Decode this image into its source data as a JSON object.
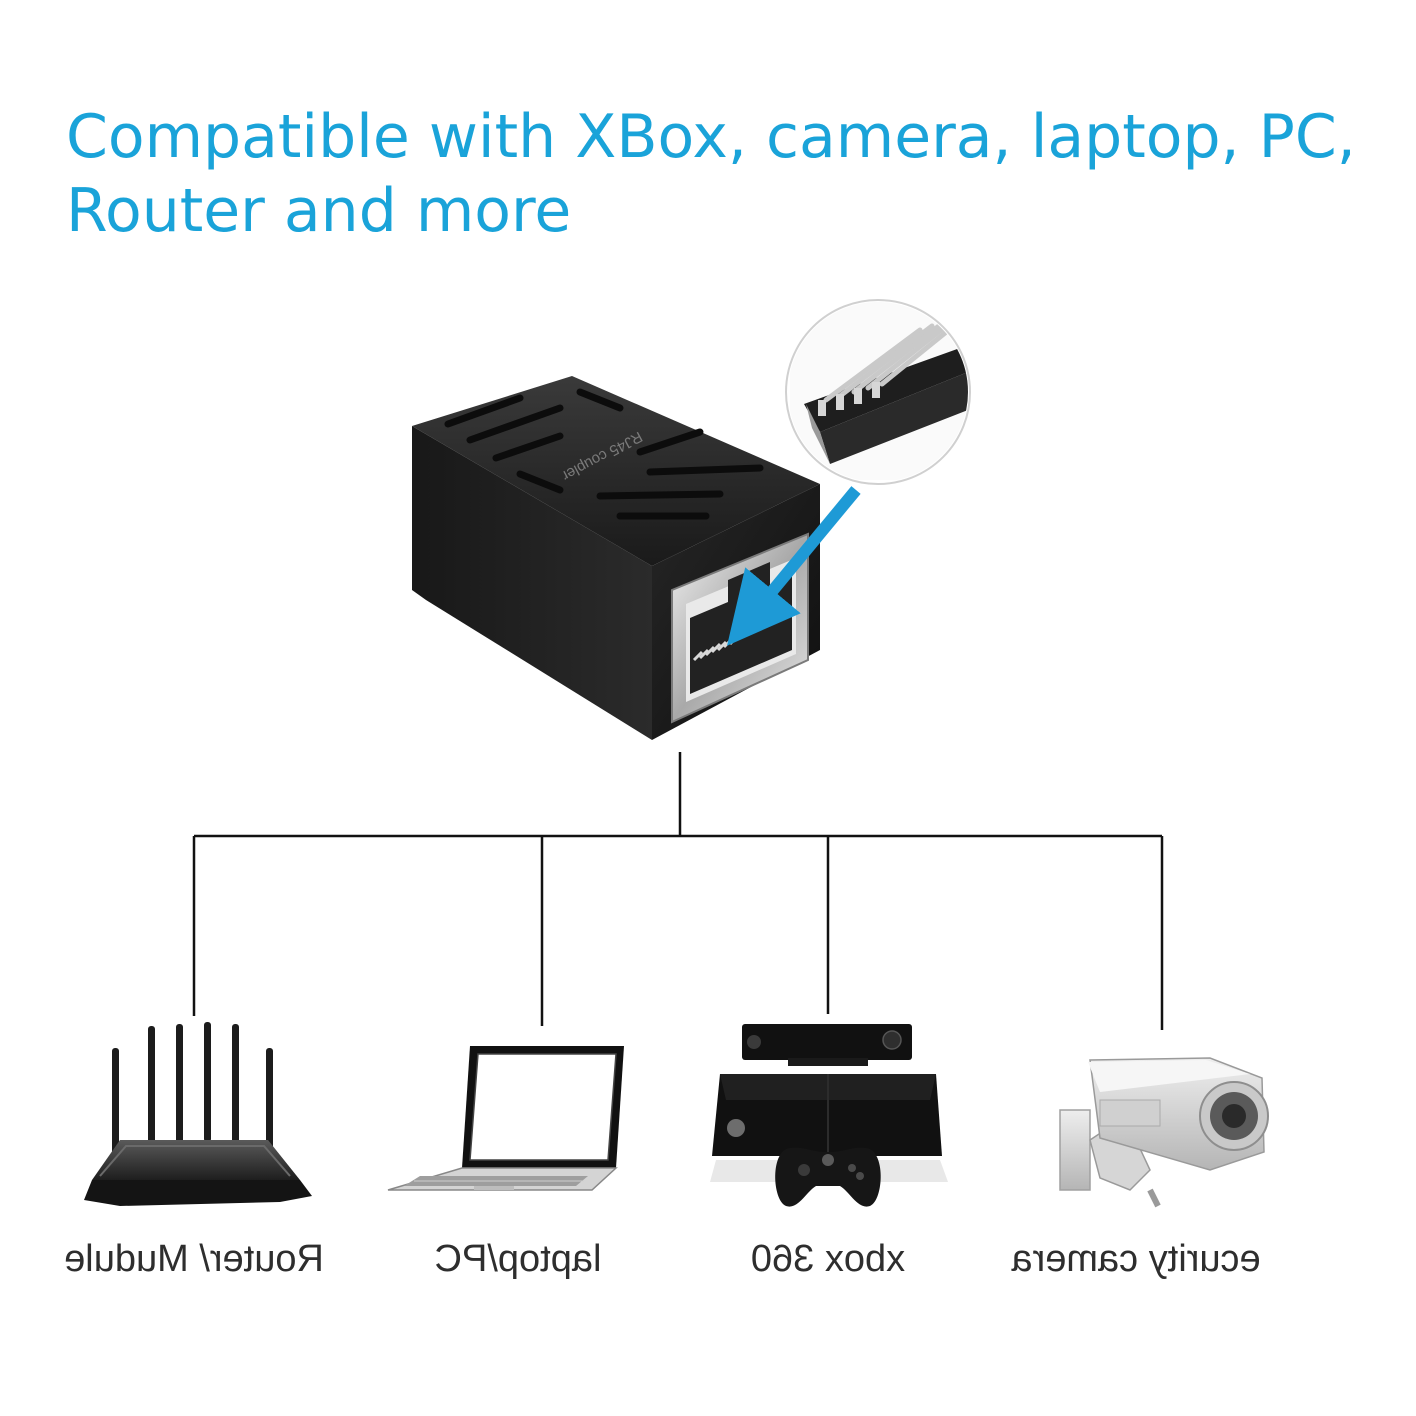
{
  "headline": {
    "line1": "Compatible with XBox, camera, laptop, PC,",
    "line2": "Router and more"
  },
  "coupler": {
    "imprint": "RJ45 coupler"
  },
  "devices": [
    {
      "icon": "router-icon",
      "label": "Router/ Mudule"
    },
    {
      "icon": "laptop-icon",
      "label": "laptop/PC"
    },
    {
      "icon": "xbox-icon",
      "label": "xbox 360"
    },
    {
      "icon": "security-camera-icon",
      "label": "ecurity camera"
    }
  ],
  "colors": {
    "headline": "#1aa3d9",
    "arrow": "#1e9ad6",
    "coupler": "#1c1c1c",
    "connector_line": "#111111"
  }
}
